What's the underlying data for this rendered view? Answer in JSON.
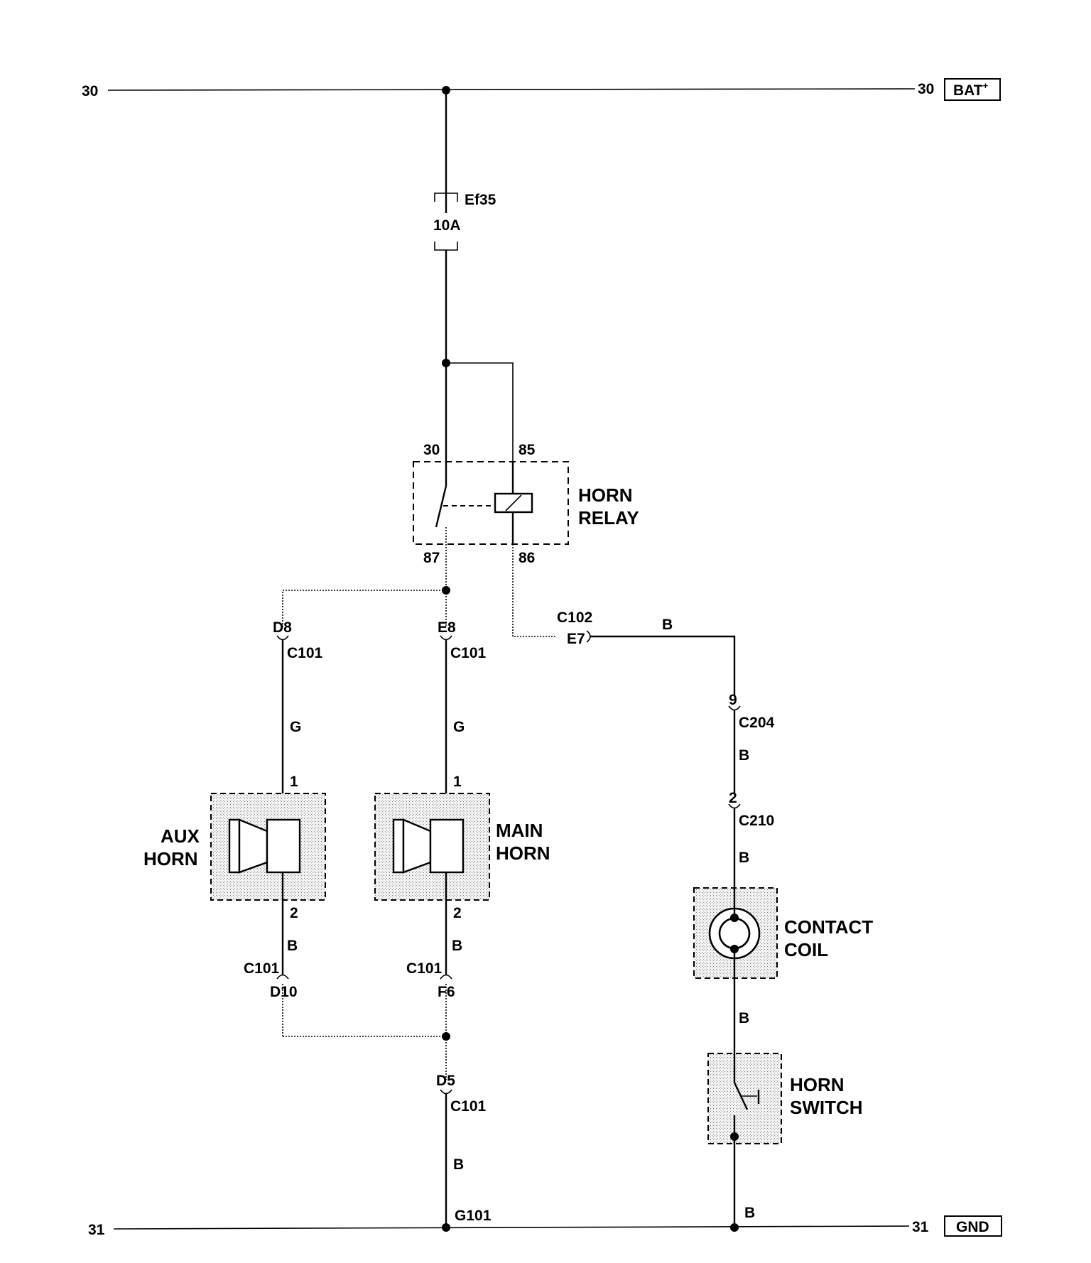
{
  "rails": {
    "top_left_num": "30",
    "top_right_num": "30",
    "top_right_tag": "BAT",
    "top_right_tag_sup": "+",
    "bottom_left_num": "31",
    "bottom_right_num": "31",
    "bottom_right_tag": "GND"
  },
  "fuse": {
    "name": "Ef35",
    "rating": "10A"
  },
  "relay": {
    "title_line1": "HORN",
    "title_line2": "RELAY",
    "pin_30": "30",
    "pin_85": "85",
    "pin_87": "87",
    "pin_86": "86"
  },
  "connectors": {
    "d8": "D8",
    "d8_c": "C101",
    "e8": "E8",
    "e8_c": "C101",
    "c102": "C102",
    "e7": "E7",
    "c204_pin": "9",
    "c204": "C204",
    "c210_pin": "2",
    "c210": "C210",
    "d10_c": "C101",
    "d10": "D10",
    "f6_c": "C101",
    "f6": "F6",
    "d5": "D5",
    "d5_c": "C101",
    "g101": "G101"
  },
  "wire_colors": {
    "aux_top": "G",
    "main_top": "G",
    "aux_bottom": "B",
    "main_bottom": "B",
    "relay_out": "B",
    "c204_c210": "B",
    "c210_coil": "B",
    "coil_switch": "B",
    "ground_main": "B",
    "ground_switch": "B"
  },
  "aux_horn": {
    "line1": "AUX",
    "line2": "HORN",
    "pin_top": "1",
    "pin_bottom": "2"
  },
  "main_horn": {
    "line1": "MAIN",
    "line2": "HORN",
    "pin_top": "1",
    "pin_bottom": "2"
  },
  "contact_coil": {
    "line1": "CONTACT",
    "line2": "COIL"
  },
  "horn_switch": {
    "line1": "HORN",
    "line2": "SWITCH"
  }
}
